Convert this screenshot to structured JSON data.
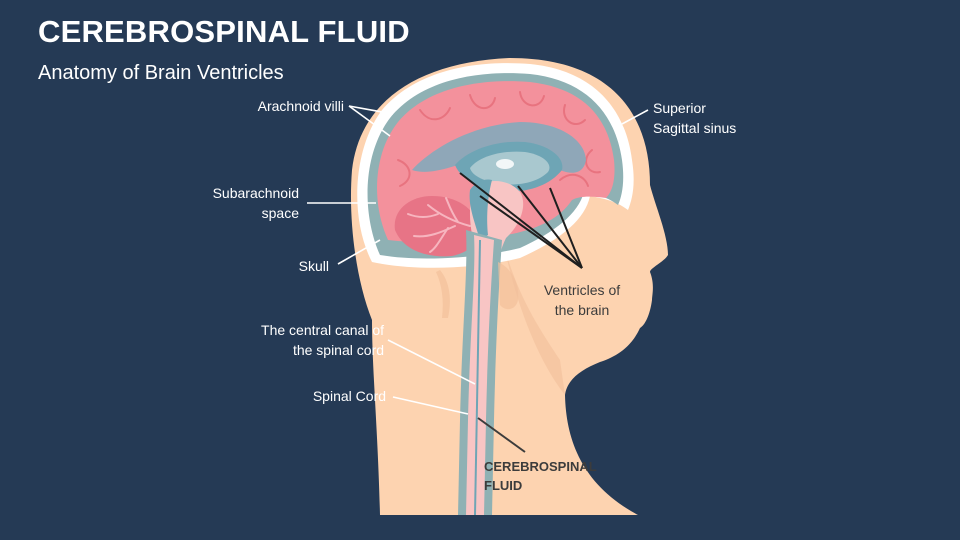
{
  "slide": {
    "title": "CEREBROSPINAL FLUID",
    "subtitle": "Anatomy of Brain Ventricles"
  },
  "labels": {
    "arachnoid_villi": "Arachnoid villi",
    "superior_sagittal_1": "Superior",
    "superior_sagittal_2": "Sagittal sinus",
    "subarachnoid_1": "Subarachnoid",
    "subarachnoid_2": "space",
    "skull": "Skull",
    "ventricles_1": "Ventricles of",
    "ventricles_2": "the brain",
    "central_canal_1": "The central canal of",
    "central_canal_2": "the spinal cord",
    "spinal_cord": "Spinal Cord",
    "csf_1": "CEREBROSPINAL",
    "csf_2": "FLUID"
  },
  "colors": {
    "background": "#253a55",
    "skin": "#fdd3b0",
    "skin_shadow": "#f2c09b",
    "skull": "#ffffff",
    "csf": "#8fb1b4",
    "cerebrum": "#f3919c",
    "cerebellum": "#e77486",
    "ventricle": "#6ea5b5",
    "leader_line": "#ffffff",
    "csf_line": "#3c3c3c"
  }
}
